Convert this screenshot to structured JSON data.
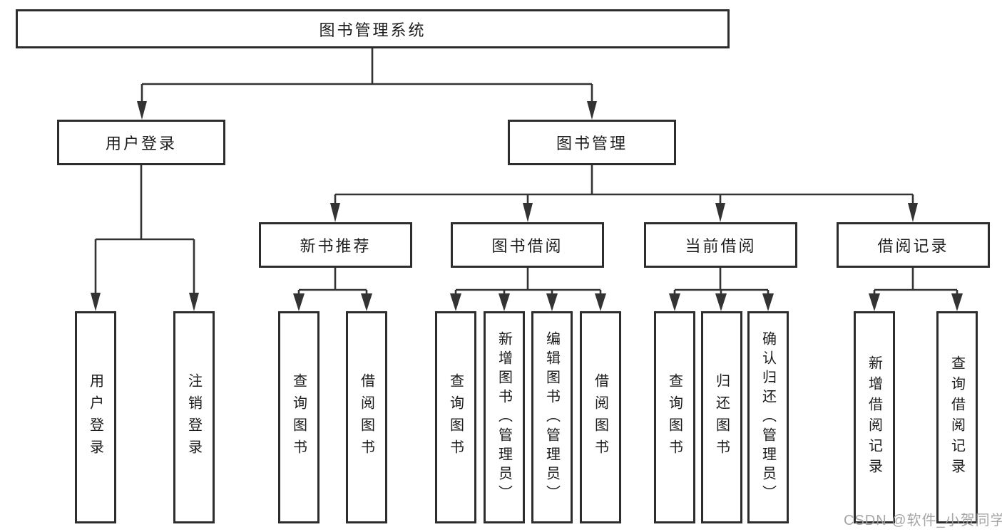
{
  "diagram_title": "图书管理系统",
  "nodes": {
    "root": "图书管理系统",
    "user_login": "用户登录",
    "book_mgmt": "图书管理",
    "new_rec": "新书推荐",
    "book_borrow": "图书借阅",
    "current_borrow": "当前借阅",
    "borrow_records": "借阅记录",
    "ul_login": "用户登录",
    "ul_logout": "注销登录",
    "nr_query": "查询图书",
    "nr_borrow": "借阅图书",
    "bb_query": "查询图书",
    "bb_add": "新增图书（管理员）",
    "bb_edit": "编辑图书（管理员）",
    "bb_borrow": "借阅图书",
    "cb_query": "查询图书",
    "cb_return": "归还图书",
    "cb_confirm": "确认归还（管理员）",
    "br_add": "新增借阅记录",
    "br_query": "查询借阅记录"
  },
  "hierarchy": {
    "图书管理系统": {
      "用户登录": [
        "用户登录",
        "注销登录"
      ],
      "图书管理": {
        "新书推荐": [
          "查询图书",
          "借阅图书"
        ],
        "图书借阅": [
          "查询图书",
          "新增图书（管理员）",
          "编辑图书（管理员）",
          "借阅图书"
        ],
        "当前借阅": [
          "查询图书",
          "归还图书",
          "确认归还（管理员）"
        ],
        "借阅记录": [
          "新增借阅记录",
          "查询借阅记录"
        ]
      }
    }
  },
  "watermark": "CSDN @软件_小贺同学",
  "colors": {
    "background": "#ffffff",
    "line": "#333333",
    "box_border": "#2d2d2d",
    "text": "#1c1c1c",
    "watermark": "#9e9e9e"
  }
}
